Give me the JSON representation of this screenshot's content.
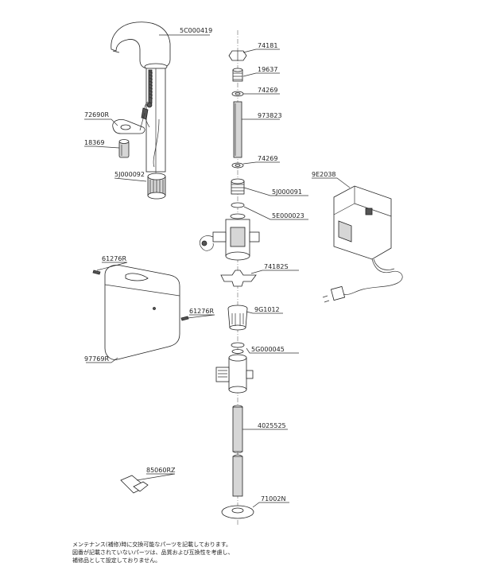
{
  "parts": {
    "spout": "5C000419",
    "clamp_bracket": "72690R",
    "spacer": "18369",
    "mount_nut": "5J000092",
    "top_cap": "74181",
    "nipple": "19637",
    "packing_a": "74269",
    "shaft": "973823",
    "packing_b": "74269",
    "union_nut": "5J000091",
    "valve_body": "5E000023",
    "cross_holder": "74182S",
    "strainer": "9G1012",
    "stop_valve": "5G000045",
    "supply_pipe": "4025525",
    "flange": "71002N",
    "power_box": "9E2038",
    "cover_screw_top": "61276R",
    "cover_screw_side": "61276R",
    "cover": "97769R",
    "key": "85060RZ"
  },
  "notes": [
    "メンテナンス(補修)時に交換可能なパーツを記載しております。",
    "図番が記載されていないパーツは、品質および互換性を考慮し、",
    "補修品として設定しておりません。"
  ]
}
